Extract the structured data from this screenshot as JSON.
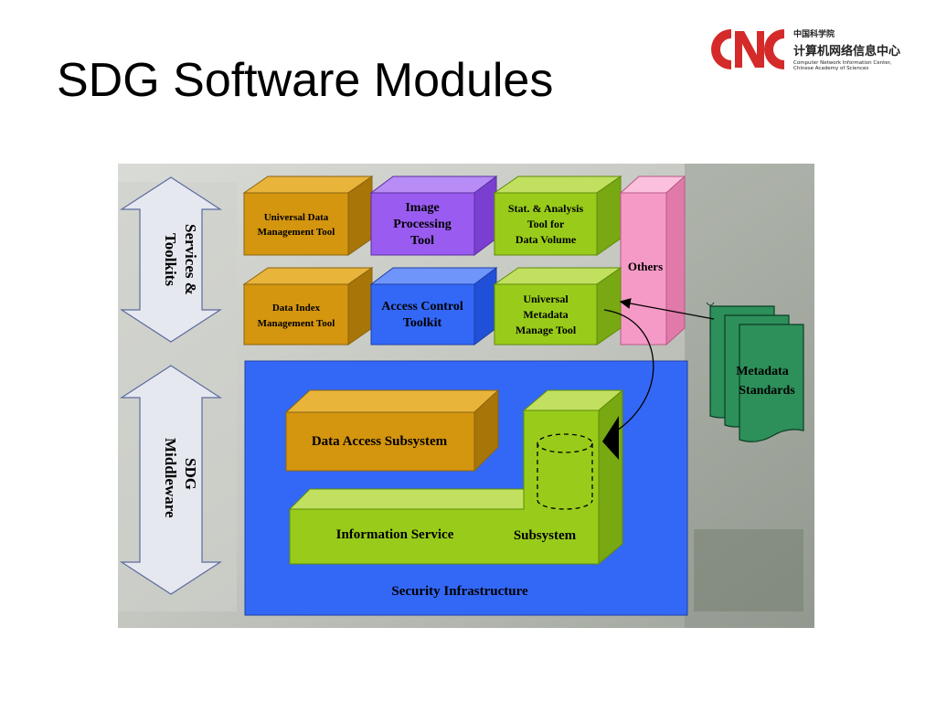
{
  "slide": {
    "title": "SDG Software Modules"
  },
  "logo": {
    "mark": "CNC",
    "line1": "中国科学院",
    "line2": "计算机网络信息中心",
    "line3a": "Computer Network Information Center,",
    "line3b": "Chinese Academy of Sciences",
    "colors": {
      "red": "#d42a2a",
      "text": "#222222"
    }
  },
  "diagram": {
    "layer_services": "Services & Toolkits",
    "layer_services_l1": "Services &",
    "layer_services_l2": "Toolkits",
    "layer_middleware_l1": "SDG",
    "layer_middleware_l2": "Middleware",
    "modules": {
      "udm_l1": "Universal Data",
      "udm_l2": "Management Tool",
      "img_l1": "Image",
      "img_l2": "Processing",
      "img_l3": "Tool",
      "stat_l1": "Stat. & Analysis",
      "stat_l2": "Tool for",
      "stat_l3": "Data Volume",
      "others": "Others",
      "dix_l1": "Data Index",
      "dix_l2": "Management Tool",
      "acc_l1": "Access Control",
      "acc_l2": "Toolkit",
      "umm_l1": "Universal",
      "umm_l2": "Metadata",
      "umm_l3": "Manage Tool"
    },
    "standards_l1": "Metadata",
    "standards_l2": "Standards",
    "data_access": "Data Access Subsystem",
    "info_service_a": "Information Service",
    "info_service_b": "Subsystem",
    "security": "Security Infrastructure",
    "colors": {
      "orange": "#d4950f",
      "purple": "#9a5cf0",
      "green": "#99cc1a",
      "pink": "#f59ac6",
      "blue": "#3368f6",
      "teal": "#2d8f5a"
    }
  }
}
